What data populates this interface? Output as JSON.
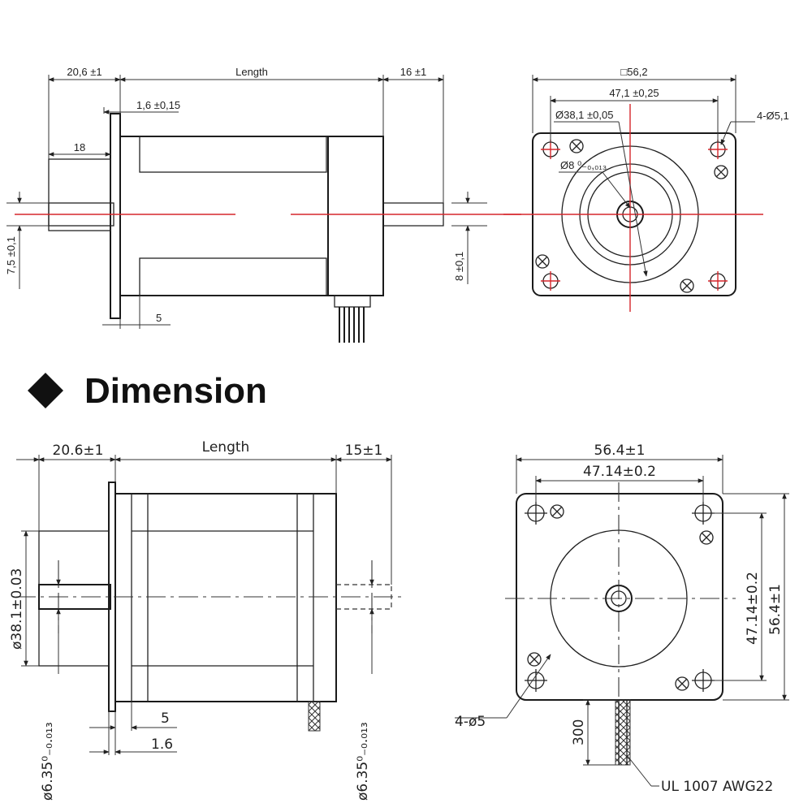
{
  "heading": {
    "text": "Dimension"
  },
  "top_side_view": {
    "dim_front": "20,6 ±1",
    "dim_length": "Length",
    "dim_rear": "16 ±1",
    "dim_flange": "1,6 ±0,15",
    "dim_pilot": "18",
    "dim_shaft_flat": "7,5 ±0,1",
    "dim_rear_flat": "8 ±0,1",
    "dim_step": "5"
  },
  "top_front_view": {
    "dim_square": "□56,2",
    "dim_hole_spacing": "47,1 ±0,25",
    "dim_pilot_dia": "Ø38,1 ±0,05",
    "dim_shaft_dia": "Ø8 ⁰₋₀,₀₁₃",
    "dim_holes": "4-Ø5,1"
  },
  "bottom_side_view": {
    "dim_front": "20.6±1",
    "dim_length": "Length",
    "dim_rear": "15±1",
    "dim_pilot_dia": "ø38.1±0.03",
    "dim_shaft_dia": "ø6.35⁰₋₀.₀₁₃",
    "dim_rear_shaft_dia": "ø6.35⁰₋₀.₀₁₃",
    "dim_step": "5",
    "dim_flange": "1.6"
  },
  "bottom_front_view": {
    "dim_width": "56.4±1",
    "dim_hole_spacing": "47.14±0.2",
    "dim_hole_spacing_v": "47.14±0.2",
    "dim_height": "56.4±1",
    "dim_holes": "4-ø5",
    "dim_lead_length": "300",
    "cable_label": "UL 1007 AWG22"
  },
  "colors": {
    "centerline_red": "#d6262b",
    "line": "#222222"
  }
}
